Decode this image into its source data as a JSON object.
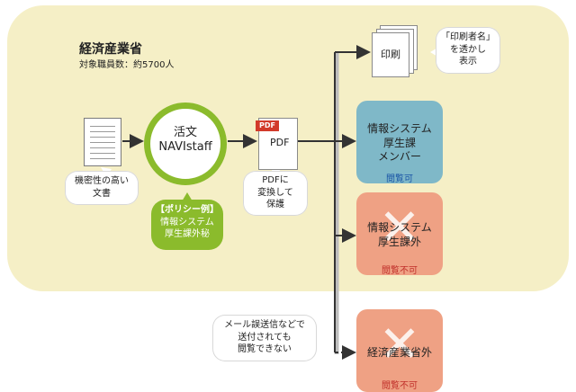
{
  "org": {
    "name": "経済産業省",
    "subtitle": "対象職員数：約5700人"
  },
  "source_doc": {
    "icon": "document-icon",
    "label_line1": "機密性の高い",
    "label_line2": "文書"
  },
  "product": {
    "line1": "活文",
    "line2": "NAVIstaff"
  },
  "policy": {
    "line1": "【ポリシー例】",
    "line2": "情報システム",
    "line3": "厚生課外秘"
  },
  "pdf": {
    "tag": "PDF",
    "label": "PDF",
    "note_line1": "PDFに",
    "note_line2": "変換して",
    "note_line3": "保護"
  },
  "print": {
    "label": "印刷",
    "note_line1": "「印刷者名」",
    "note_line2": "を透かし",
    "note_line3": "表示"
  },
  "recipients": [
    {
      "line1": "情報システム",
      "line2": "厚生課",
      "line3": "メンバー",
      "access": "閲覧可",
      "color": "#7fb8c8"
    },
    {
      "line1": "情報システム",
      "line2": "厚生課外",
      "line3": "",
      "access": "閲覧不可",
      "color": "#efa184"
    },
    {
      "line1": "経済産業省外",
      "line2": "",
      "line3": "",
      "access": "閲覧不可",
      "color": "#efa184"
    }
  ],
  "leak_note": {
    "line1": "メール誤送信などで",
    "line2": "送付されても",
    "line3": "閲覧できない"
  },
  "colors": {
    "org_bg": "#f5efc6",
    "green": "#8bbb2c",
    "blue_box": "#7fb8c8",
    "salmon_box": "#efa184",
    "pdf_red": "#d23a2a"
  }
}
